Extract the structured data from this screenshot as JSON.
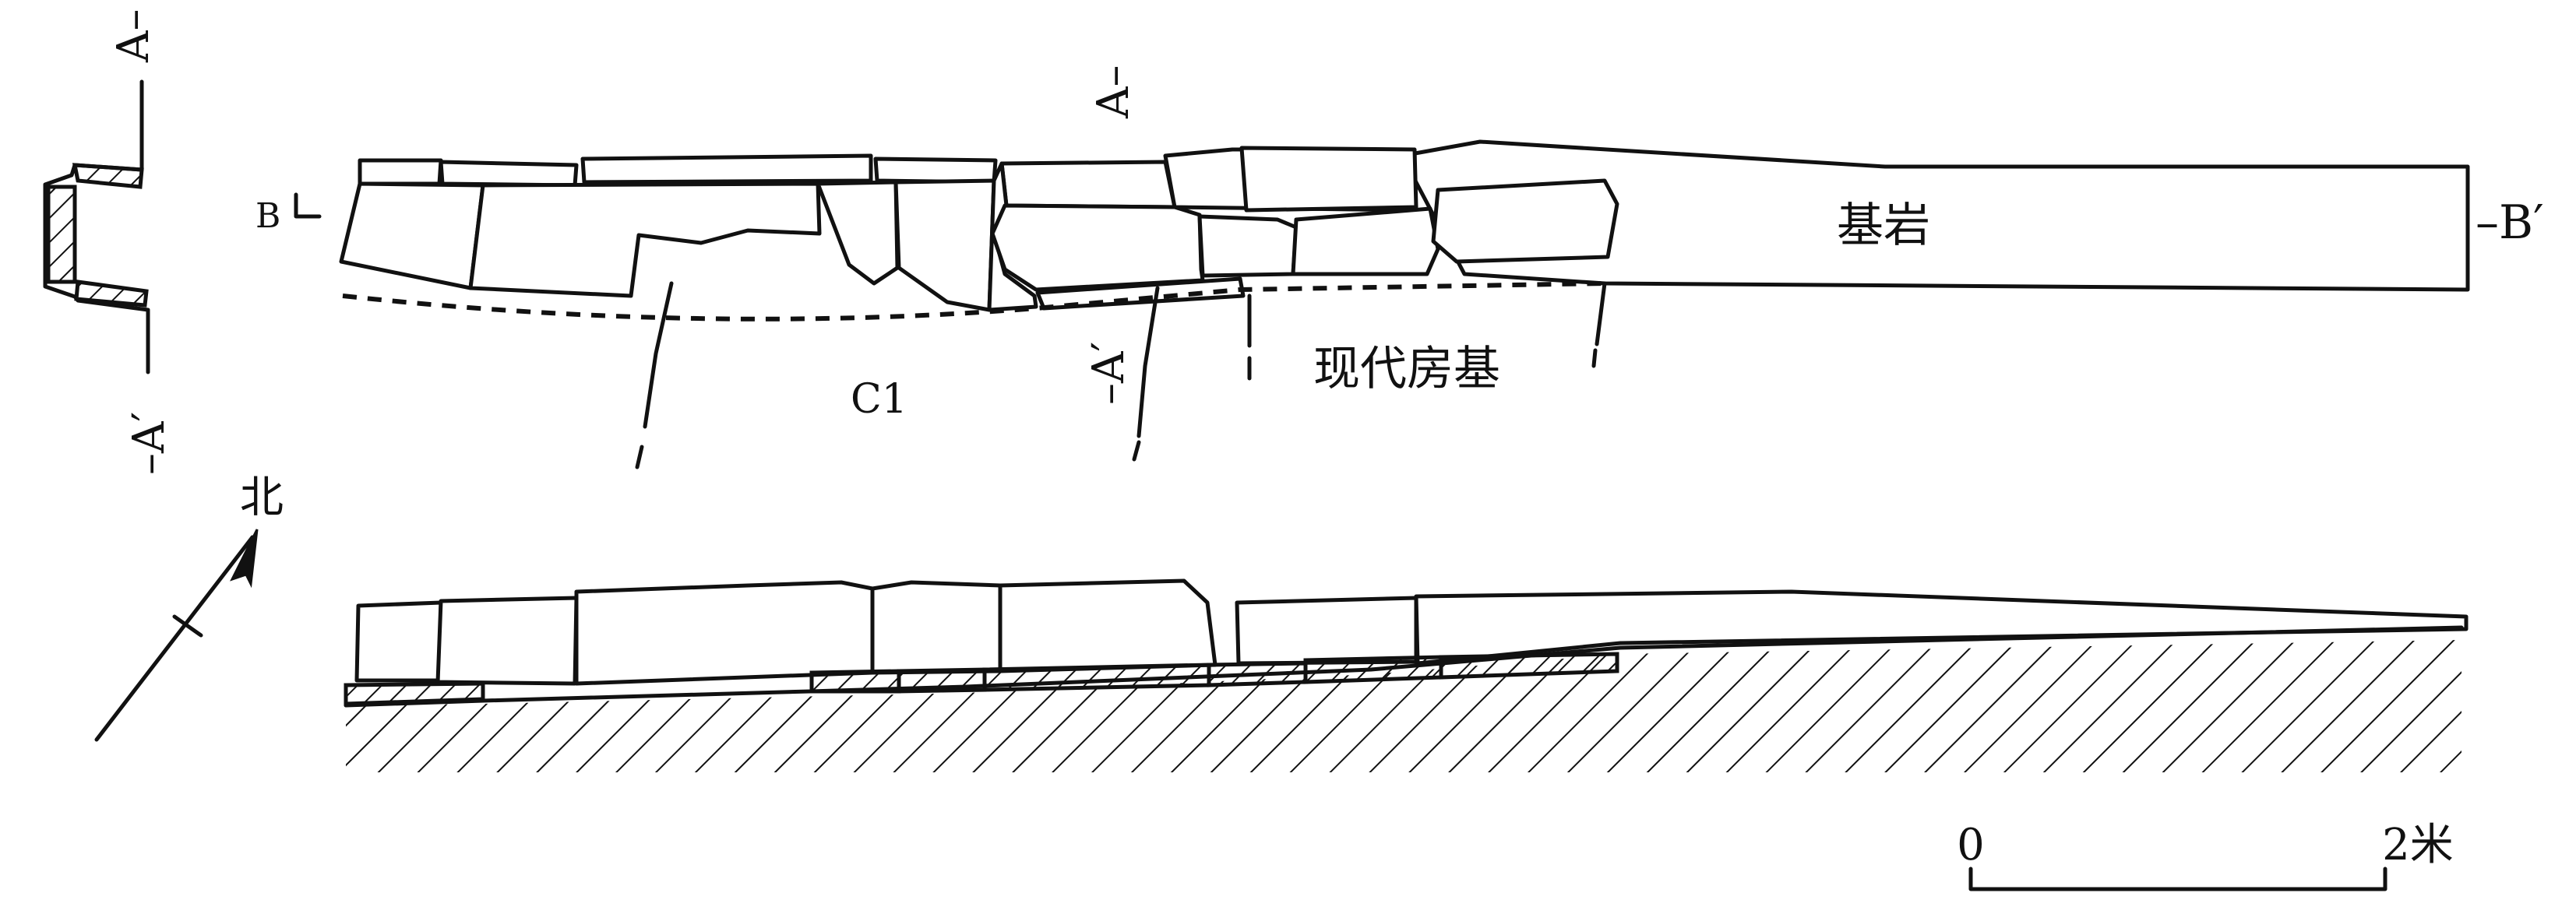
{
  "labels": {
    "section_a_top": "A–",
    "section_a_bottom": "–A′",
    "plan_a_top": "A–",
    "plan_a_bottom": "–A′",
    "b_left": "B",
    "b_right": "–B′",
    "bedrock": "基岩",
    "modern_foundation": "现代房基",
    "c1": "C1",
    "north": "北"
  },
  "scale_bar": {
    "start_label": "0",
    "end_label": "2米"
  }
}
